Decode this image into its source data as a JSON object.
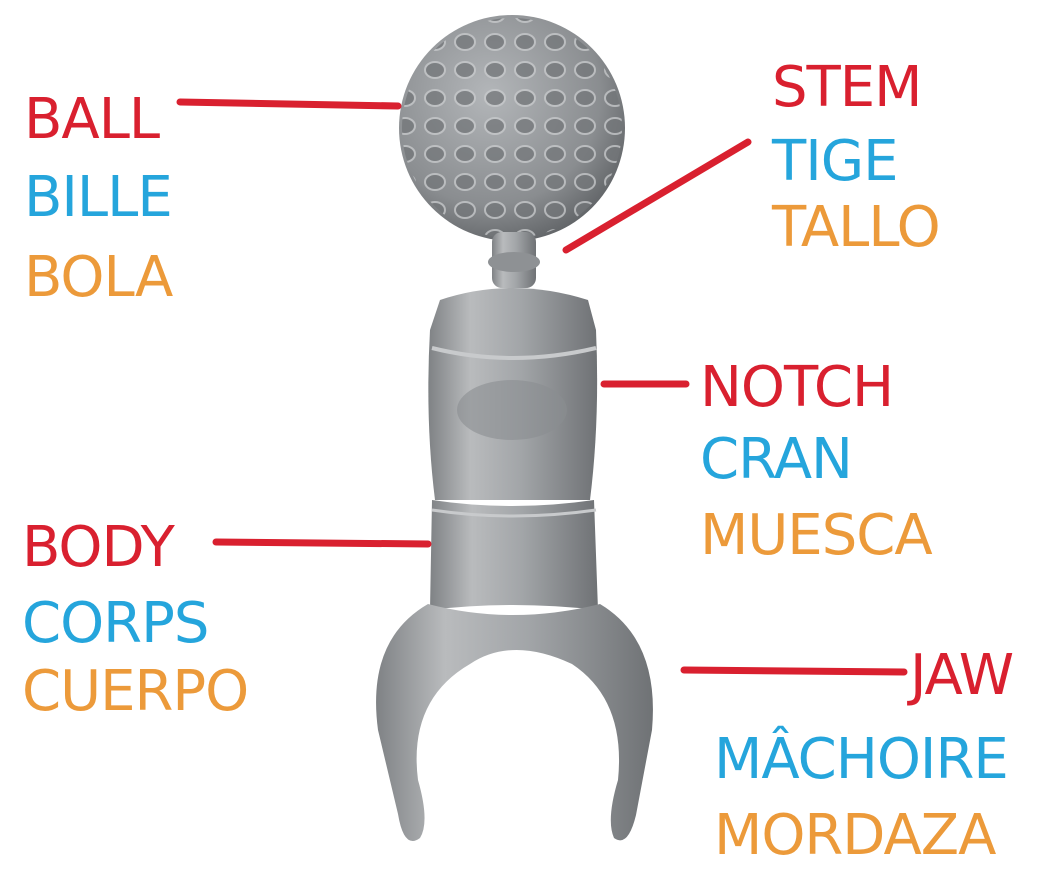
{
  "colors": {
    "english": "#d9202f",
    "french": "#25a5dc",
    "spanish": "#ec9a3a",
    "part_fill": "#a7aaad"
  },
  "labels": {
    "ball": {
      "en": "BALL",
      "fr": "BILLE",
      "es": "BOLA"
    },
    "stem": {
      "en": "STEM",
      "fr": "TIGE",
      "es": "TALLO"
    },
    "notch": {
      "en": "NOTCH",
      "fr": "CRAN",
      "es": "MUESCA"
    },
    "body": {
      "en": "BODY",
      "fr": "CORPS",
      "es": "CUERPO"
    },
    "jaw": {
      "en": "JAW",
      "fr": "MÂCHOIRE",
      "es": "MORDAZA"
    }
  }
}
